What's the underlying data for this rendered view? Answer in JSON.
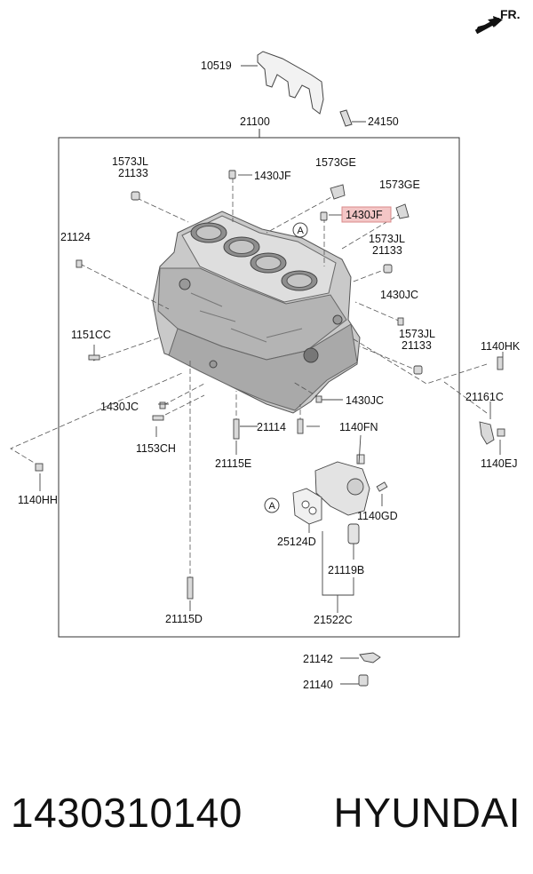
{
  "orientation": {
    "label": "FR."
  },
  "assembly": {
    "label": "21100"
  },
  "labels": {
    "p10519": "10519",
    "p24150": "24150",
    "p1573JL_a": "1573JL",
    "p21133_a": "21133",
    "p1430JF_a": "1430JF",
    "p1573GE_a": "1573GE",
    "p1573GE_b": "1573GE",
    "p1430JF_hl": "1430JF",
    "p21124": "21124",
    "p1573JL_b": "1573JL",
    "p21133_b": "21133",
    "p1430JC_a": "1430JC",
    "p1151CC": "1151CC",
    "p1573JL_c": "1573JL",
    "p21133_c": "21133",
    "p1140HK": "1140HK",
    "p21161C": "21161C",
    "p1430JC_b": "1430JC",
    "p1430JC_c": "1430JC",
    "p1153CH": "1153CH",
    "p21114": "21114",
    "p1140FN": "1140FN",
    "p21115E": "21115E",
    "p1140EJ": "1140EJ",
    "p1140HH": "1140HH",
    "p1140GD": "1140GD",
    "p25124D": "25124D",
    "p21119B": "21119B",
    "p21115D": "21115D",
    "p21522C": "21522C",
    "p21142": "21142",
    "p21140": "21140",
    "ref_a1": "A",
    "ref_a2": "A"
  },
  "highlight": {
    "part": "1430JF",
    "color": "#f3c6c6",
    "border": "#d98a8a"
  },
  "footer": {
    "part_number": "1430310140",
    "brand": "HYUNDAI"
  }
}
